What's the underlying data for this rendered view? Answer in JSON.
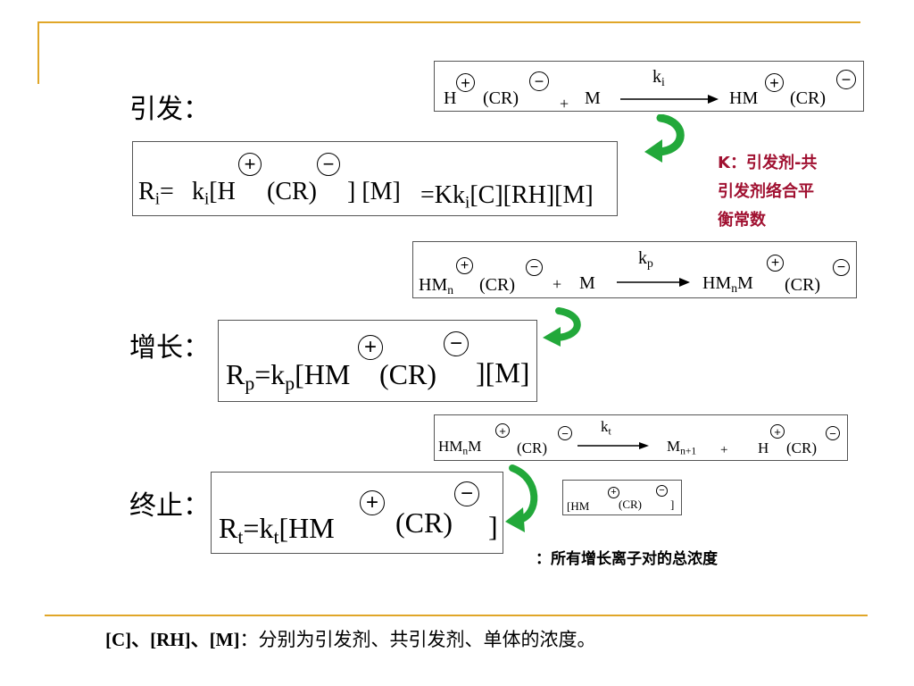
{
  "labels": {
    "initiation": "引发：",
    "propagation": "增长：",
    "termination": "终止："
  },
  "k_note": {
    "line1": "K：引发剂-共",
    "line2": "引发剂络合平",
    "line3": "衡常数"
  },
  "total_note": "：所有增长离子对的总浓度",
  "footer": {
    "brackets": "[C]、[RH]、[M]",
    "text": "：分别为引发剂、共引发剂、单体的浓度。"
  },
  "signs": {
    "plus": "+",
    "minus": "−"
  },
  "reaction_init": {
    "H": "H",
    "CR": "(CR)",
    "plus": "+",
    "M": "M",
    "k": "k",
    "k_sub": "i",
    "HM": "HM"
  },
  "rate_init": {
    "R": "R",
    "R_sub": "i",
    "eq": "=",
    "k": "k",
    "k_sub": "i",
    "bH": "[H",
    "CR": "(CR)",
    "close": "] [M]",
    "rhs_pre": "=Kk",
    "rhs_sub": "i",
    "rhs_post": "[C][RH][M]"
  },
  "reaction_prop": {
    "HM": "HM",
    "n": "n",
    "CR": "(CR)",
    "plus": "+",
    "M": "M",
    "k": "k",
    "k_sub": "p",
    "HMnM_pre": "HM",
    "HMnM_n": "n",
    "HMnM_post": "M"
  },
  "rate_prop": {
    "R": "R",
    "R_sub": "p",
    "eq": "=k",
    "k_sub": "p",
    "bHM": "[HM",
    "CR": "(CR)",
    "close": "][M]"
  },
  "reaction_term": {
    "HMnM_pre": "HM",
    "HMnM_n": "n",
    "HMnM_post": "M",
    "CR": "(CR)",
    "k": "k",
    "k_sub": "t",
    "M": "M",
    "M_sub": "n+1",
    "plus": "+",
    "H": "H"
  },
  "rate_term": {
    "R": "R",
    "R_sub": "t",
    "eq": "=k",
    "k_sub": "t",
    "bHM": "[HM",
    "CR": "(CR)",
    "close": "]"
  },
  "small_box": {
    "bHM": "[HM",
    "CR": "(CR)",
    "close": "]"
  },
  "colors": {
    "accent_line": "#e0a628",
    "arrow_green": "#22a83a",
    "note_red": "#a01030"
  }
}
